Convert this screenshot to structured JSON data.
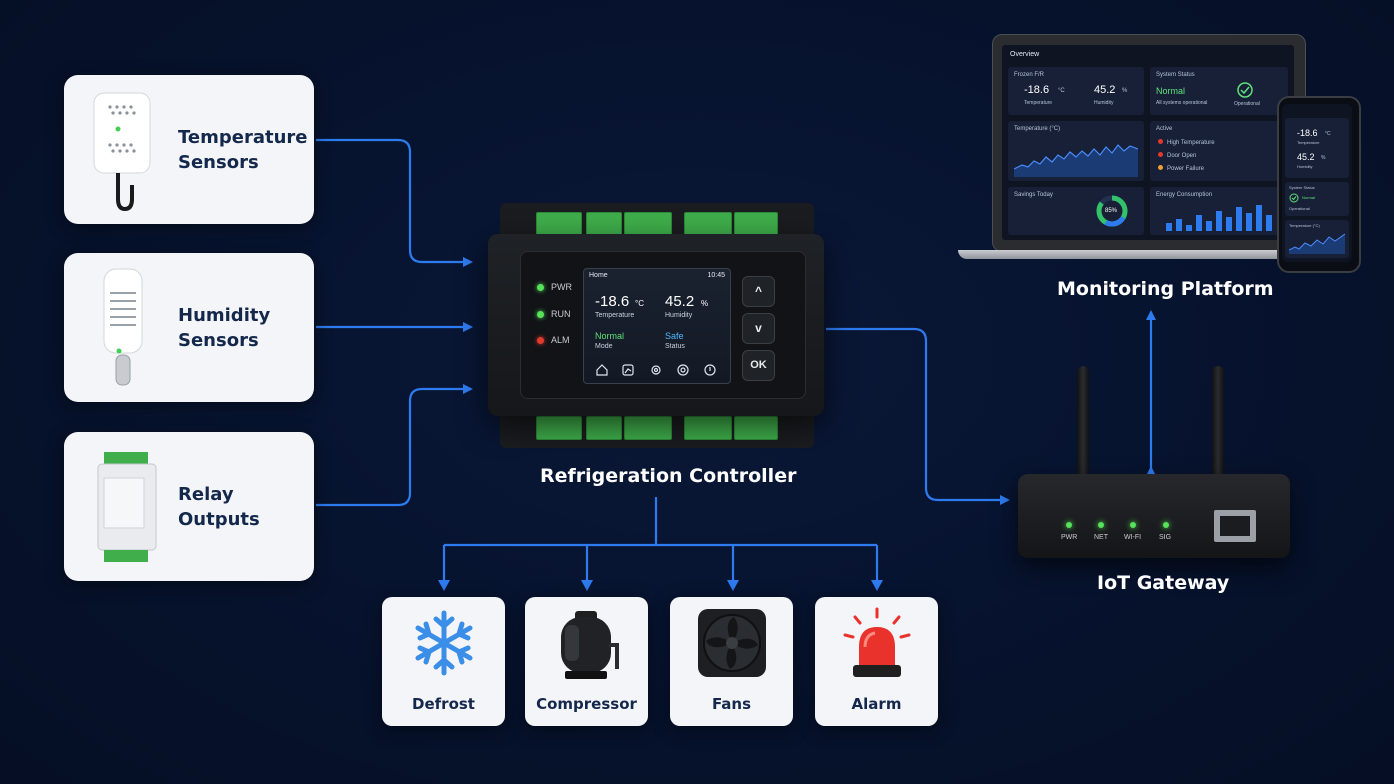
{
  "inputs": [
    {
      "line1": "Temperature",
      "line2": "Sensors"
    },
    {
      "line1": "Humidity",
      "line2": "Sensors"
    },
    {
      "line1": "Relay",
      "line2": "Outputs"
    }
  ],
  "controller": {
    "title": "Refrigeration Controller",
    "leds": [
      "PWR",
      "RUN",
      "ALM"
    ],
    "screen": {
      "header_left": "Home",
      "header_right": "10:45",
      "temp_value": "-18.6",
      "temp_unit": "°C",
      "temp_label": "Temperature",
      "hum_value": "45.2",
      "hum_unit": "%",
      "hum_label": "Humidity",
      "mode_value": "Normal",
      "mode_label": "Mode",
      "status_value": "Safe",
      "status_label": "Status"
    },
    "buttons": [
      "^",
      "v",
      "OK"
    ]
  },
  "outputs": [
    "Defrost",
    "Compressor",
    "Fans",
    "Alarm"
  ],
  "gateway": {
    "title": "IoT Gateway",
    "leds": [
      "PWR",
      "NET",
      "WI-FI",
      "SIG"
    ]
  },
  "platform": {
    "title": "Monitoring Platform",
    "laptop": {
      "header": "Overview",
      "tile1_title": "Frozen F/R",
      "temp": "-18.6",
      "temp_unit": "°C",
      "temp_label": "Temperature",
      "hum": "45.2",
      "hum_unit": "%",
      "hum_label": "Humidity",
      "status_title": "System Status",
      "status_value": "Normal",
      "status_sub": "All systems operational",
      "status_icon_label": "Operational",
      "chart_title": "Temperature (°C)",
      "active_title": "Active",
      "alerts": [
        "High Temperature",
        "Door Open",
        "Power Failure"
      ],
      "savings_title": "Savings Today",
      "savings_value": "85%",
      "energy_title": "Energy Consumption"
    },
    "phone": {
      "temp": "-18.6",
      "temp_unit": "°C",
      "temp_label": "Temperature",
      "hum": "45.2",
      "hum_unit": "%",
      "hum_label": "Humidity",
      "status_title": "System Status",
      "status_value": "Normal",
      "status_sub": "Operational",
      "chart_title": "Temperature (°C)"
    }
  },
  "colors": {
    "background": "#071430",
    "connector": "#2e7bf0",
    "card": "#f4f5f8",
    "card_text": "#14284c",
    "led_green": "#58e25a",
    "led_red": "#e23a2f",
    "alarm_red": "#e8322b",
    "snow_blue": "#3a8ee8"
  }
}
